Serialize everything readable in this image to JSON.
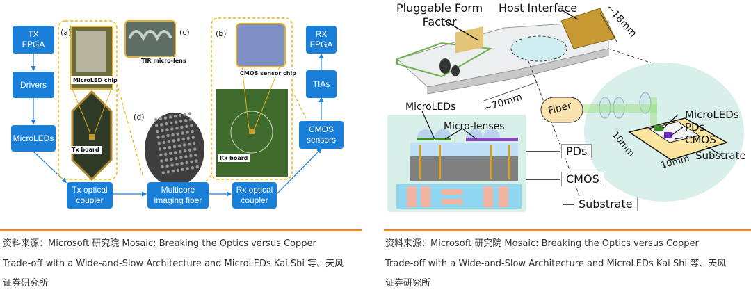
{
  "left_figure": {
    "blocks": {
      "tx_fpga": "TX\nFPGA",
      "drivers": "Drivers",
      "microleds": "MicroLEDs",
      "tx_coupler": "Tx optical\ncoupler",
      "multicore": "Multicore\nimaging fiber",
      "rx_coupler": "Rx optical\ncoupler",
      "cmos_sensors": "CMOS\nsensors",
      "tias": "TIAs",
      "rx_fpga": "RX\nFPGA"
    },
    "photo_labels": {
      "a": "(a)",
      "b": "(b)",
      "c": "(c)",
      "d": "(d)",
      "microled_chip": "MicroLED chip",
      "tir_micro_lens": "TIR micro-lens",
      "tx_board": "Tx board",
      "cmos_sensor_chip": "CMOS sensor chip",
      "rx_board": "Rx board"
    },
    "caption": [
      "资料来源：Microsoft  研究院 Mosaic: Breaking the Optics versus Copper",
      "Trade-off with a Wide-and-Slow Architecture and MicroLEDs Kai Shi 等、天风",
      "证券研究所"
    ]
  },
  "right_figure": {
    "labels": {
      "pluggable": "Pluggable Form\nFactor",
      "host_interface": "Host Interface",
      "dim_18": "~18mm",
      "dim_70": "~70mm",
      "microleds_top": "MicroLEDs",
      "micro_lenses": "Micro-lenses",
      "fiber": "Fiber",
      "pds_box": "PDs",
      "cmos_box": "CMOS",
      "substrate_box": "Substrate",
      "microleds_chip": "MicroLEDs",
      "pds_chip": "PDs",
      "cmos_chip": "CMOS",
      "substrate_chip": "Substrate",
      "dim_10a": "10mm",
      "dim_10b": "10mm"
    },
    "caption": [
      "资料来源：Microsoft  研究院 Mosaic: Breaking the Optics versus Copper",
      "Trade-off with a Wide-and-Slow Architecture and MicroLEDs Kai Shi 等、天风",
      "证券研究所"
    ]
  },
  "colors": {
    "block_blue": "#1a7fd8",
    "rule_orange": "#f08a24",
    "dashed_gold": "#f0b400"
  }
}
